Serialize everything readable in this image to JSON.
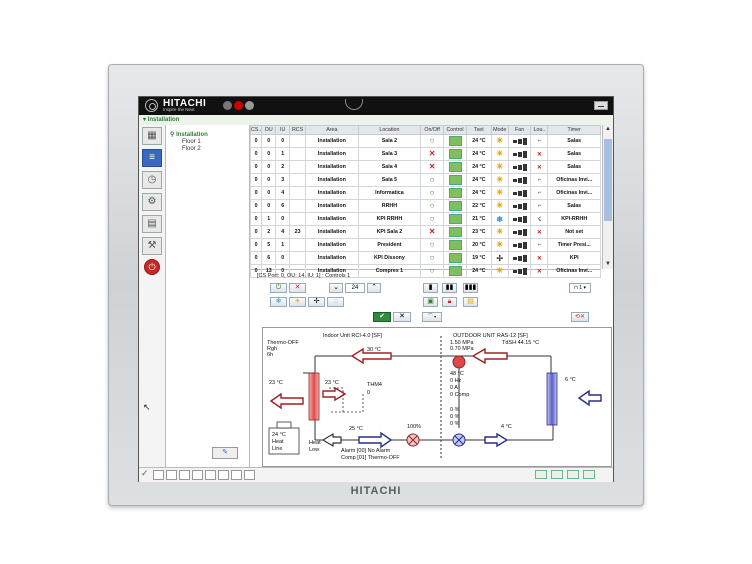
{
  "device": {
    "bezel_brand": "HITACHI"
  },
  "app": {
    "logo": "HITACHI",
    "tagline": "Inspire the Next",
    "breadcrumb": "Installation"
  },
  "tree": {
    "root": "Installation",
    "items": [
      "Floor 1",
      "Floor 2"
    ]
  },
  "table": {
    "columns": [
      "CS..",
      "OU",
      "IU",
      "RCS",
      "Area",
      "Location",
      "On/Off",
      "Control",
      "Tset",
      "Mode",
      "Fan",
      "Lou..",
      "Timer"
    ],
    "rows": [
      [
        "0",
        "0",
        "0",
        "",
        "Installation",
        "Sala 2",
        "on",
        "24 °C",
        "Salas"
      ],
      [
        "0",
        "0",
        "1",
        "",
        "Installation",
        "Sala 3",
        "off",
        "24 °C",
        "Salas"
      ],
      [
        "0",
        "0",
        "2",
        "",
        "Installation",
        "Sala 4",
        "off",
        "24 °C",
        "Salas"
      ],
      [
        "0",
        "0",
        "3",
        "",
        "Installation",
        "Sala 5",
        "on",
        "24 °C",
        "Oficinas Invi..."
      ],
      [
        "0",
        "0",
        "4",
        "",
        "Installation",
        "Informatica",
        "on",
        "24 °C",
        "Oficinas Invi..."
      ],
      [
        "0",
        "0",
        "6",
        "",
        "Installation",
        "RRHH",
        "on",
        "22 °C",
        "Salas"
      ],
      [
        "0",
        "1",
        "0",
        "",
        "Installation",
        "KPI RRHH",
        "on",
        "21 °C",
        "KPI-RRHH"
      ],
      [
        "0",
        "2",
        "4",
        "23",
        "Installation",
        "KPI Sala 2",
        "off",
        "23 °C",
        "Not set"
      ],
      [
        "0",
        "5",
        "1",
        "",
        "Installation",
        "President",
        "on",
        "20 °C",
        "Timer Presi..."
      ],
      [
        "0",
        "6",
        "0",
        "",
        "Installation",
        "KPI Dissony",
        "on",
        "19 °C",
        "KPI"
      ],
      [
        "0",
        "13",
        "0",
        "",
        "Installation",
        "Compres 1",
        "on",
        "24 °C",
        "Oficinas Invi..."
      ]
    ]
  },
  "info_line": "[CS Port: 0, OU: 14, IU: 1] : Controls 1",
  "controls": {
    "setpoint": "24",
    "page_select": "1"
  },
  "diagram": {
    "indoor_title": "Indoor Unit RCI-4.0 [SF]",
    "indoor_status": [
      "Thermo-OFF",
      "Rgh",
      "6h"
    ],
    "outdoor_title": "OUTDOOR UNIT RAS-12 [SF]",
    "outdoor_pressures": [
      "1.50 MPa",
      "0.70 MPa"
    ],
    "tdsh": "TdSH 44.15 °C",
    "temp_return_top": "30 °C",
    "temp_left": "23 °C",
    "temp_coil": "23 °C",
    "thm4": "THM4",
    "thm4_val": "0",
    "heat_box": [
      "24 °C",
      "Heat",
      "Line"
    ],
    "heat_low": [
      "Heat",
      "Low"
    ],
    "temp_liquid": "25 °C",
    "valve_pct": "100%",
    "compressor_temp": "48 °C",
    "compressor_stats": [
      "0 Hz",
      "0 A",
      "0 Comp"
    ],
    "pct_stats": [
      "0 %",
      "0 %",
      "0 %"
    ],
    "temp_outdoor_right": "6 °C",
    "temp_outdoor_bottom": "4 °C",
    "alarm_line1": "Alarm  [00] No Alarm",
    "alarm_line2": "Comp  [01] Thermo-OFF"
  }
}
